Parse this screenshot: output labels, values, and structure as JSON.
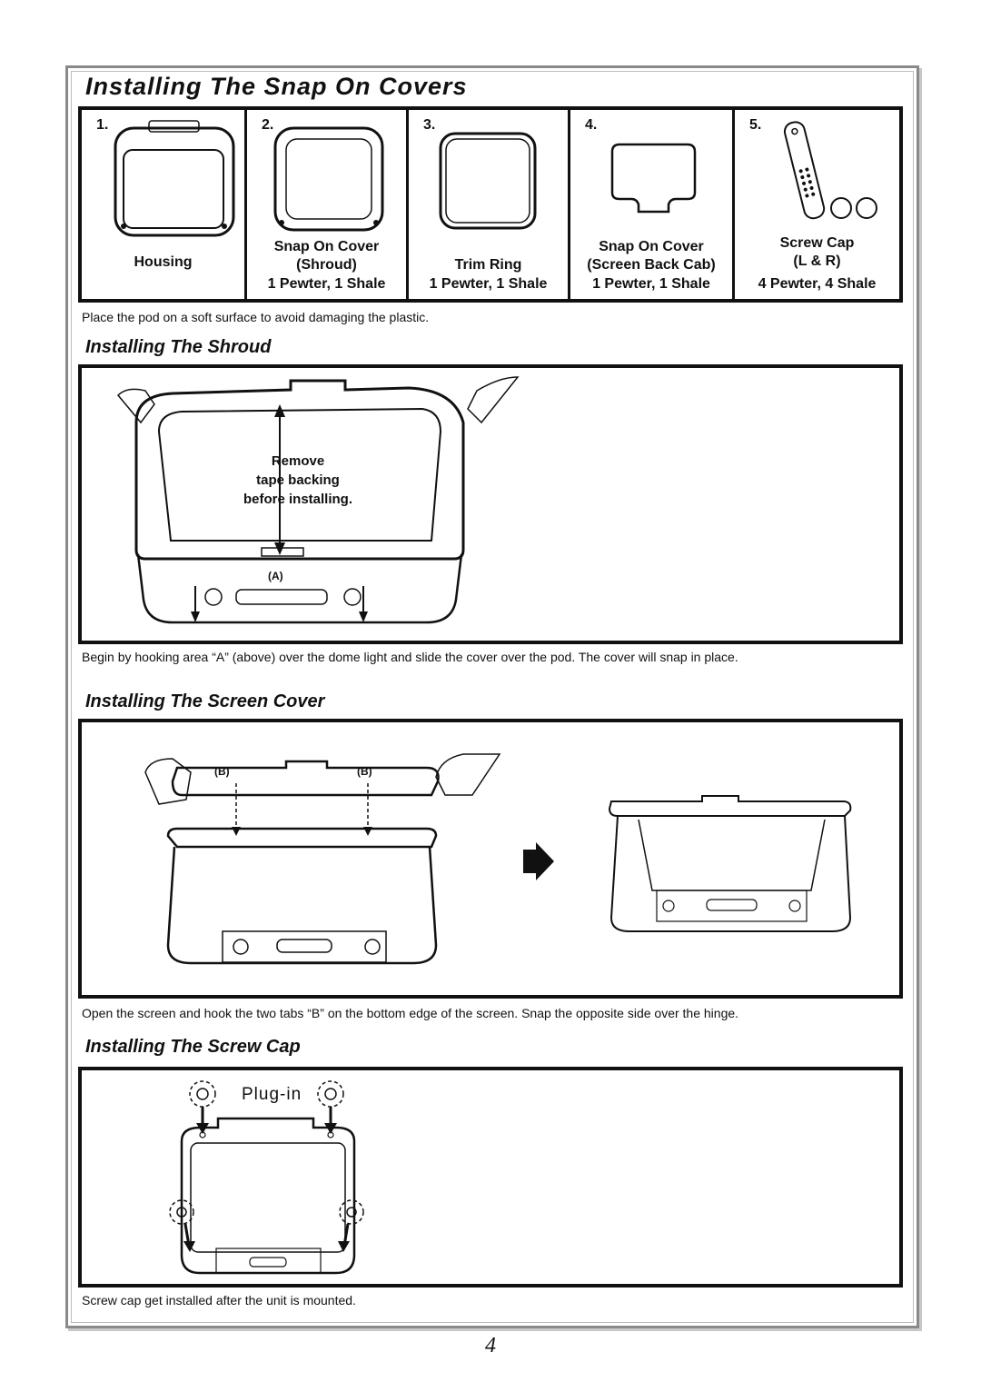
{
  "title": "Installing The Snap On Covers",
  "parts": [
    {
      "number": "1.",
      "lines": [
        "Housing"
      ]
    },
    {
      "number": "2.",
      "lines": [
        "Snap On Cover",
        "(Shroud)",
        "1 Pewter, 1 Shale"
      ]
    },
    {
      "number": "3.",
      "lines": [
        "Trim Ring",
        "1 Pewter, 1 Shale"
      ]
    },
    {
      "number": "4.",
      "lines": [
        "Snap On Cover",
        "(Screen Back Cab)",
        "1 Pewter, 1 Shale"
      ]
    },
    {
      "number": "5.",
      "lines": [
        "Screw Cap",
        "(L & R)",
        "4 Pewter, 4 Shale"
      ]
    }
  ],
  "parts_note": "Place the pod on a soft surface to avoid damaging the plastic.",
  "shroud": {
    "heading": "Installing The Shroud",
    "callout_lines": [
      "Remove",
      "tape backing",
      "before installing."
    ],
    "area_label": "(A)",
    "note": "Begin by hooking area “A” (above) over the dome light and slide the cover over the pod. The cover will snap in place."
  },
  "screen_cover": {
    "heading": "Installing The Screen Cover",
    "tab_label": "(B)",
    "note": "Open the screen and hook the two tabs “B” on the bottom edge of the screen. Snap the opposite side over the hinge."
  },
  "screw_cap": {
    "heading": "Installing The Screw Cap",
    "plug_label": "Plug-in",
    "note": "Screw cap get installed after the unit is mounted."
  },
  "page_number": "4"
}
